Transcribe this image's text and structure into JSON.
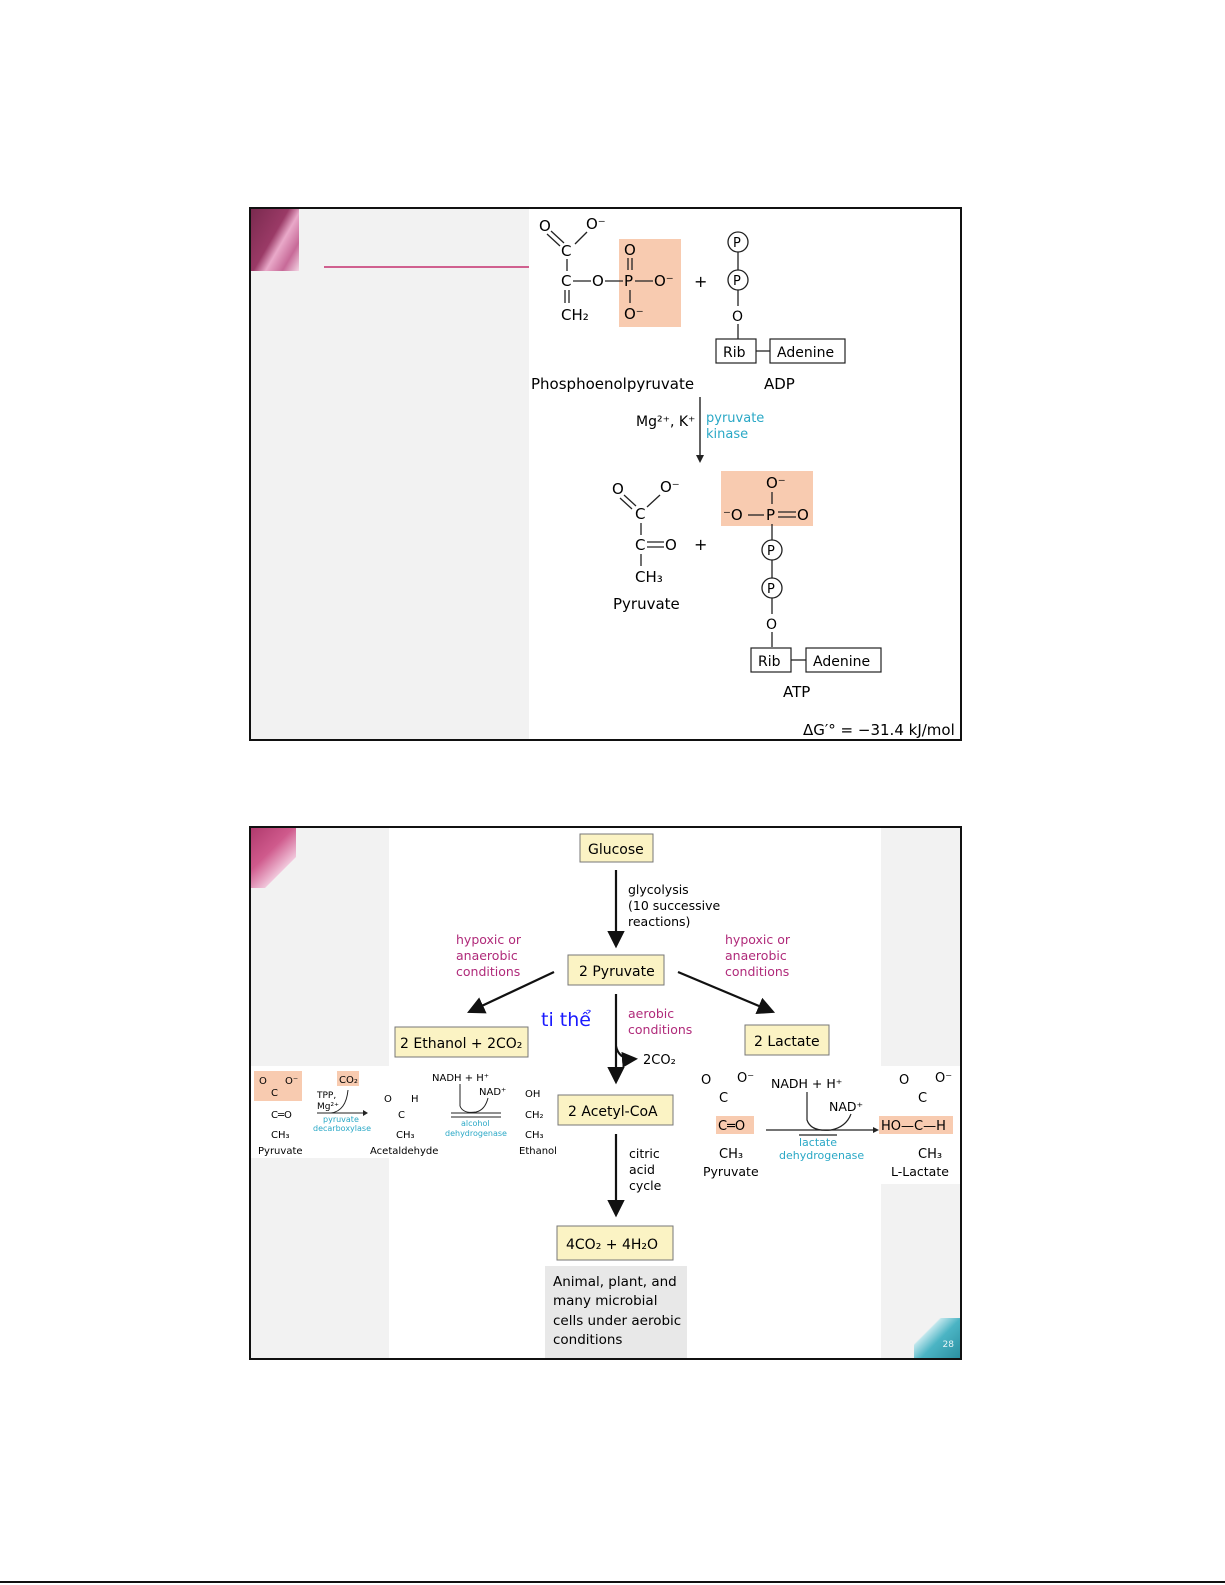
{
  "slide1": {
    "reactant1": {
      "name": "Phosphoenolpyruvate",
      "atoms": {
        "o_double": "O",
        "o_minus": "O⁻",
        "c1": "C",
        "c2": "C",
        "o_link": "O",
        "p": "P",
        "p_o_top": "O",
        "p_o_right": "O⁻",
        "p_o_bottom": "O⁻",
        "ch2": "CH₂",
        "bond_dash": "—"
      }
    },
    "plus": "+",
    "reactant2": {
      "name": "ADP",
      "phosphate_label": "P",
      "oxygen": "O",
      "rib": "Rib",
      "adenine": "Adenine"
    },
    "arrow": {
      "cofactors": "Mg²⁺, K⁺",
      "enzyme_line1": "pyruvate",
      "enzyme_line2": "kinase"
    },
    "product1": {
      "name": "Pyruvate",
      "atoms": {
        "o_double": "O",
        "o_minus": "O⁻",
        "c1": "C",
        "c2": "C",
        "ketone_o": "O",
        "ch3": "CH₃"
      }
    },
    "product2": {
      "name": "ATP",
      "phosphate": {
        "o_top": "O⁻",
        "o_left": "⁻O",
        "p": "P",
        "o_right": "O"
      },
      "phosphate_label": "P",
      "oxygen": "O",
      "rib": "Rib",
      "adenine": "Adenine"
    },
    "free_energy": "ΔG′° = −31.4 kJ/mol"
  },
  "slide2": {
    "glucose": "Glucose",
    "glycolysis": [
      "glycolysis",
      "(10 successive",
      "reactions)"
    ],
    "pyruvate": "2 Pyruvate",
    "left_condition": [
      "hypoxic or",
      "anaerobic",
      "conditions"
    ],
    "right_condition": [
      "hypoxic or",
      "anaerobic",
      "conditions"
    ],
    "ethanol": "2 Ethanol + 2CO₂",
    "lactate": "2 Lactate",
    "annotation": "ti thể",
    "aerobic": [
      "aerobic",
      "conditions"
    ],
    "co2_release": "2CO₂",
    "acetyl_coa": "2 Acetyl-CoA",
    "citric": [
      "citric",
      "acid",
      "cycle"
    ],
    "final_products": "4CO₂ + 4H₂O",
    "note": [
      "Animal, plant, and",
      "many microbial",
      "cells under aerobic",
      "conditions"
    ],
    "fermentation_left": {
      "pyruvate_label": "Pyruvate",
      "co2": "CO₂",
      "cofactors": [
        "TPP,",
        "Mg²⁺"
      ],
      "enzyme1": [
        "pyruvate",
        "decarboxylase"
      ],
      "acetaldehyde_label": "Acetaldehyde",
      "nadh": "NADH + H⁺",
      "nad": "NAD⁺",
      "enzyme2": [
        "alcohol",
        "dehydrogenase"
      ],
      "ethanol_label": "Ethanol",
      "atoms": {
        "o": "O",
        "o_minus": "O⁻",
        "c": "C",
        "ch3": "CH₃",
        "ch2": "CH₂",
        "oh": "OH",
        "h": "H",
        "c_eq_o": "C═O"
      }
    },
    "fermentation_right": {
      "pyruvate_label": "Pyruvate",
      "nadh": "NADH + H⁺",
      "nad": "NAD⁺",
      "enzyme": [
        "lactate",
        "dehydrogenase"
      ],
      "lactate_label": "L-Lactate",
      "atoms": {
        "o": "O",
        "o_minus": "O⁻",
        "c": "C",
        "ch3": "CH₃",
        "c_eq_o": "C═O",
        "ho_c_h": "HO—C—H"
      }
    },
    "page_number": "28"
  }
}
